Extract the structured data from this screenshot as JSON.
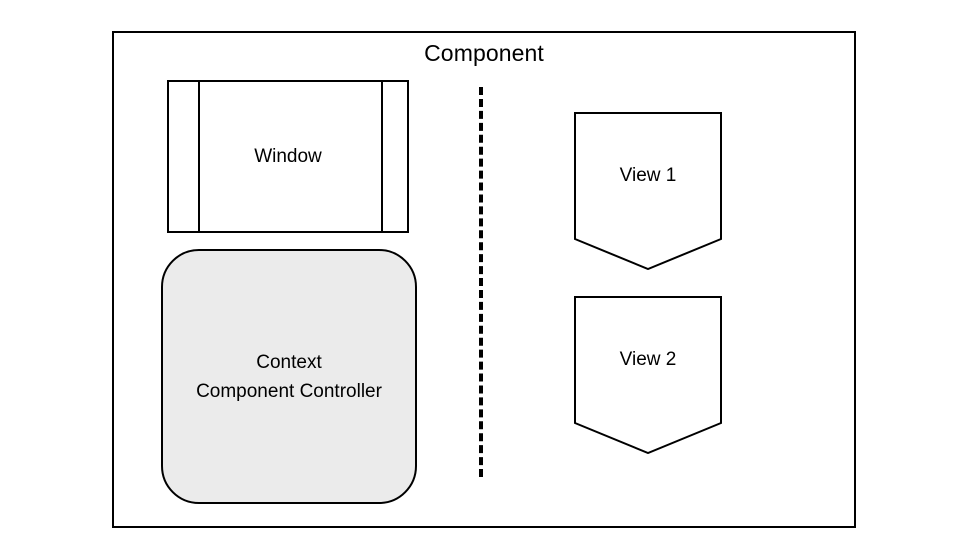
{
  "diagram": {
    "title": "Component",
    "type": "architecture-block-diagram",
    "colors": {
      "stroke": "#000000",
      "background": "#ffffff",
      "controller_fill": "#ebebeb"
    },
    "frame": {
      "label": "Component"
    },
    "left_side": {
      "window": {
        "label": "Window",
        "shape": "rectangle-with-side-rules"
      },
      "controller": {
        "line1": "Context",
        "line2": "Component Controller",
        "shape": "rounded-rectangle"
      }
    },
    "divider": {
      "style": "dashed-vertical"
    },
    "right_side": {
      "views": [
        {
          "label": "View 1",
          "shape": "pentagon-point-down"
        },
        {
          "label": "View 2",
          "shape": "pentagon-point-down"
        }
      ]
    }
  }
}
